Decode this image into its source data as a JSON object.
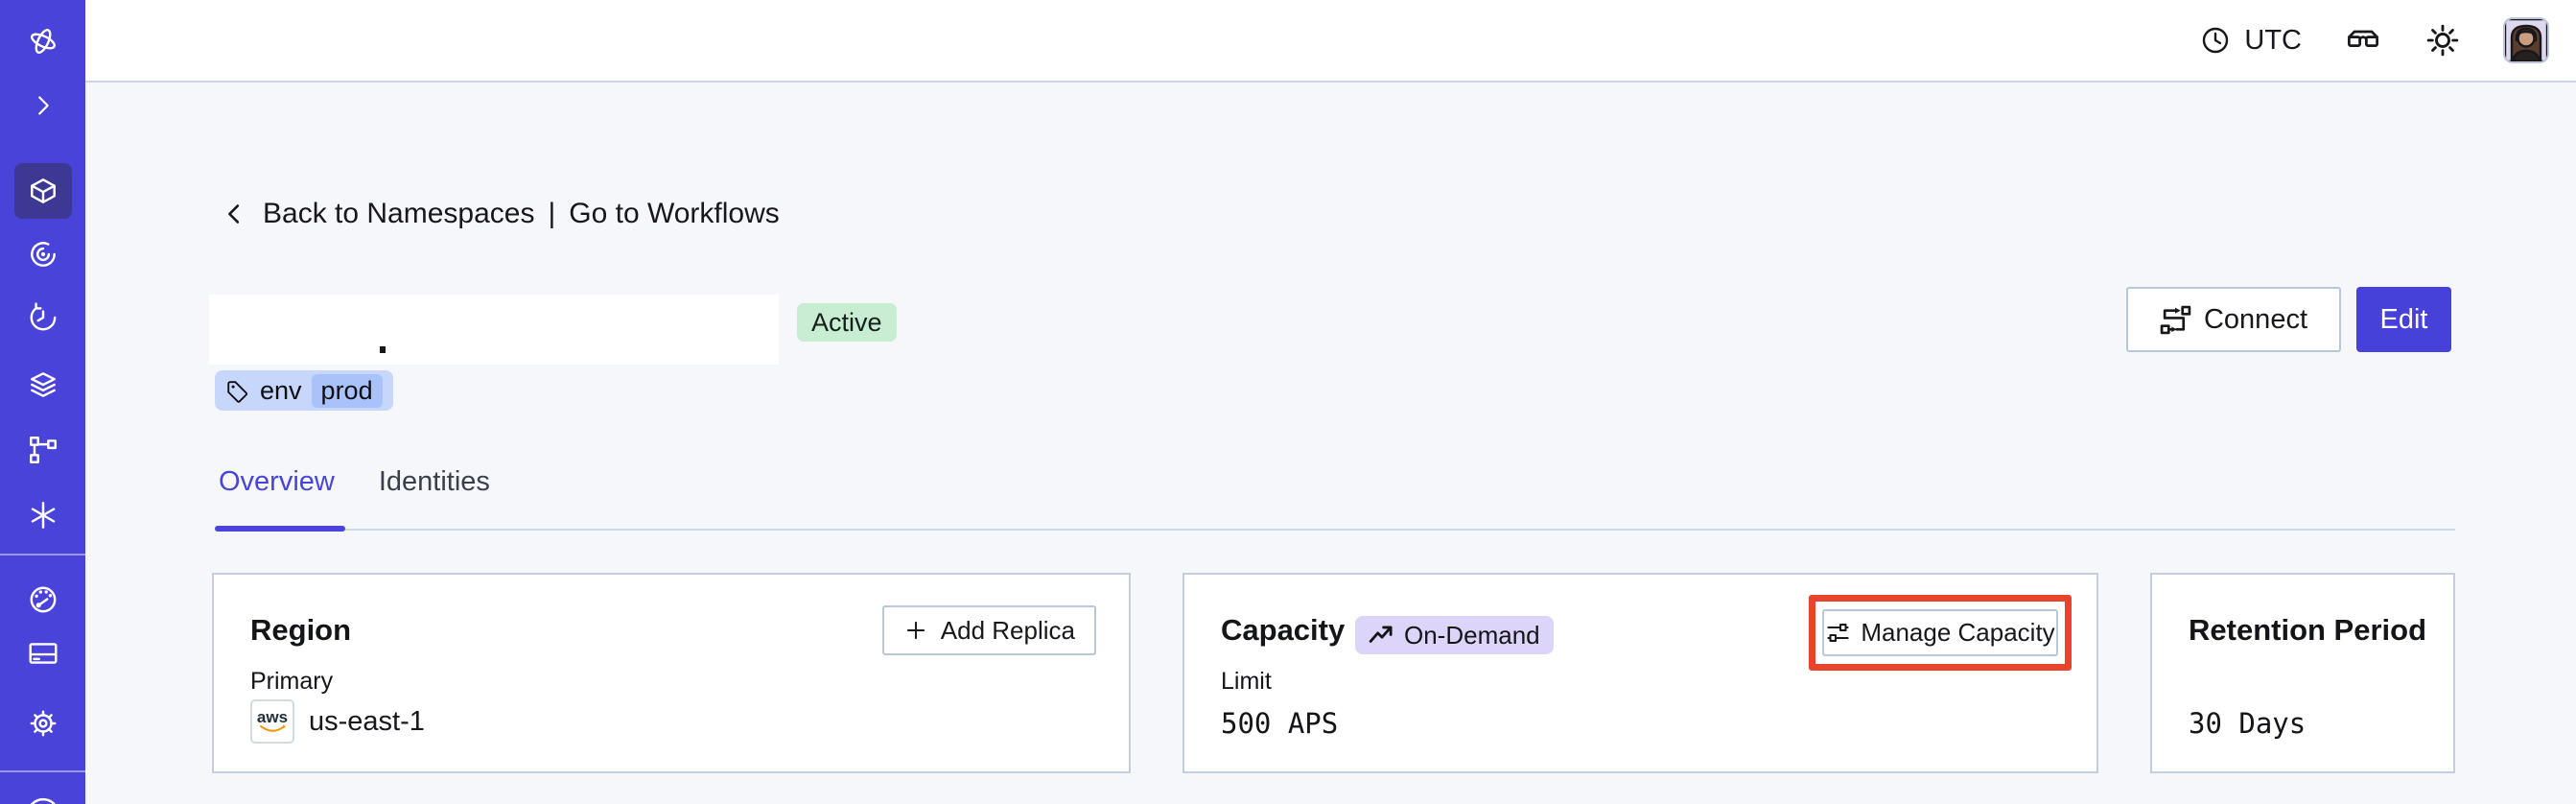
{
  "colors": {
    "accent_indigo": "#4641d9",
    "sidebar_bg": "#4a43d9",
    "sidebar_active_bg": "#3c3894",
    "status_active_bg": "#c8edd3",
    "tag_bg": "#c7d6fb",
    "tag_value_bg": "#a9c2f9",
    "on_demand_bg": "#ddd4f9",
    "annotation_red": "#e8432d",
    "card_border": "#c3cfdf",
    "page_bg": "#f6f7fa"
  },
  "topbar": {
    "timezone": "UTC",
    "icons": [
      "clock-icon",
      "glasses-icon",
      "sun-icon",
      "user-avatar"
    ]
  },
  "sidebar": {
    "icons": [
      "temporal-logo",
      "expand-chevron-icon",
      "namespaces-cube-icon",
      "nexus-icon",
      "history-clock-icon",
      "layers-icon",
      "branch-icon",
      "asterisk-icon",
      "usage-gauge-icon",
      "billing-card-icon",
      "settings-gear-icon",
      "help-icon"
    ],
    "active_item": "namespaces-cube-icon"
  },
  "breadcrumb": {
    "back_label": "Back to Namespaces",
    "separator": "|",
    "forward_label": "Go to Workflows"
  },
  "namespace": {
    "status": "Active",
    "tag_key": "env",
    "tag_value": "prod"
  },
  "actions": {
    "connect_label": "Connect",
    "edit_label": "Edit"
  },
  "tabs": [
    {
      "label": "Overview",
      "active": true
    },
    {
      "label": "Identities",
      "active": false
    }
  ],
  "cards": {
    "region": {
      "title": "Region",
      "action_label": "Add Replica",
      "field_label": "Primary",
      "provider": "aws",
      "value": "us-east-1"
    },
    "capacity": {
      "title": "Capacity",
      "badge": "On-Demand",
      "action_label": "Manage Capacity",
      "field_label": "Limit",
      "value": "500 APS"
    },
    "retention": {
      "title": "Retention Period",
      "value": "30 Days"
    }
  }
}
